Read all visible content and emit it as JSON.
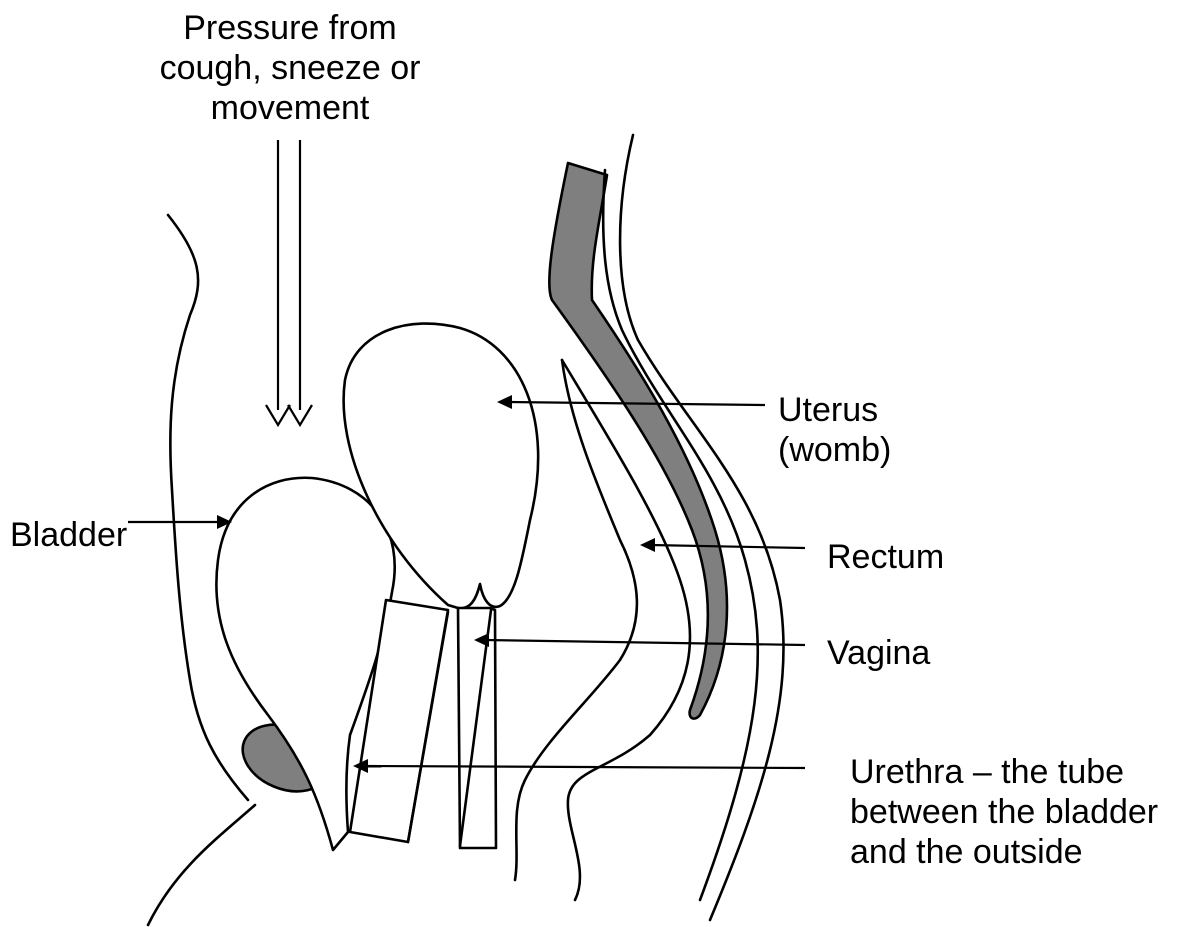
{
  "labels": {
    "pressure": "Pressure from\ncough, sneeze or\nmovement",
    "uterus": "Uterus\n(womb)",
    "bladder": "Bladder",
    "rectum": "Rectum",
    "vagina": "Vagina",
    "urethra": "Urethra – the tube\nbetween the bladder\nand the outside"
  },
  "colors": {
    "line": "#000000",
    "organ_fill": "#7f7f7f",
    "background": "#ffffff"
  }
}
